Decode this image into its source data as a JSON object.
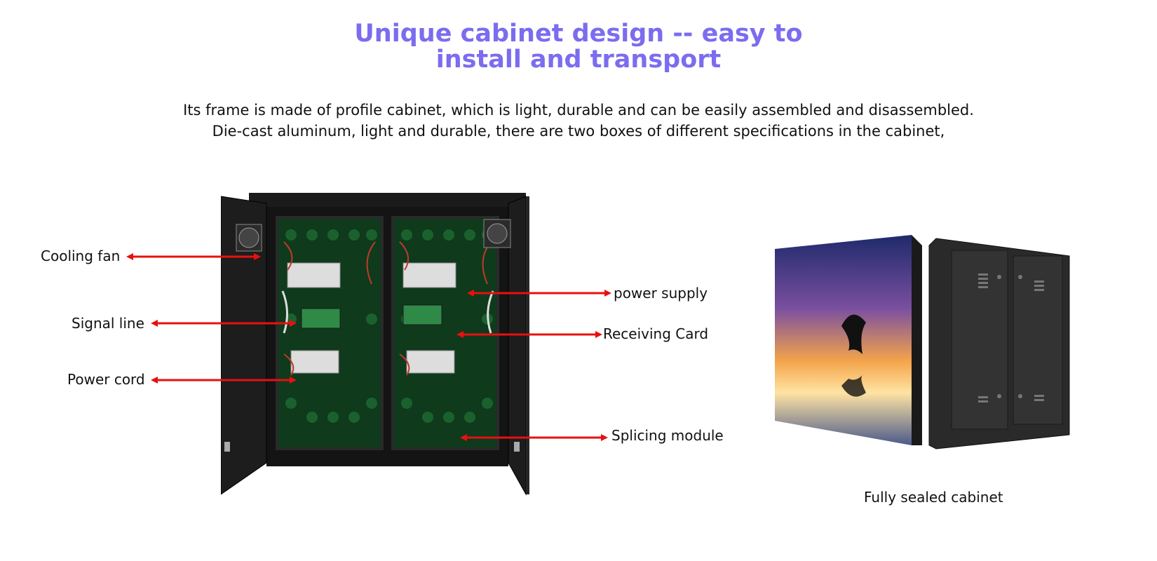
{
  "title": {
    "line1": "Unique cabinet design -- easy to",
    "line2": "install and transport"
  },
  "description": {
    "line1": "Its frame is made of profile cabinet, which is light, durable and can be easily assembled and disassembled.",
    "line2": "Die-cast aluminum, light and durable, there are two boxes of different specifications in the cabinet,"
  },
  "callouts": {
    "cooling_fan": "Cooling fan",
    "signal_line": "Signal line",
    "power_cord": "Power cord",
    "power_supply": "power supply",
    "receiving_card": "Receiving Card",
    "splicing_module": "Splicing module"
  },
  "caption": "Fully sealed cabinet",
  "colors": {
    "title": "#7b6cf0",
    "arrow": "#e81010",
    "cabinet": "#1b1b1b",
    "module": "#0f3a1c"
  }
}
